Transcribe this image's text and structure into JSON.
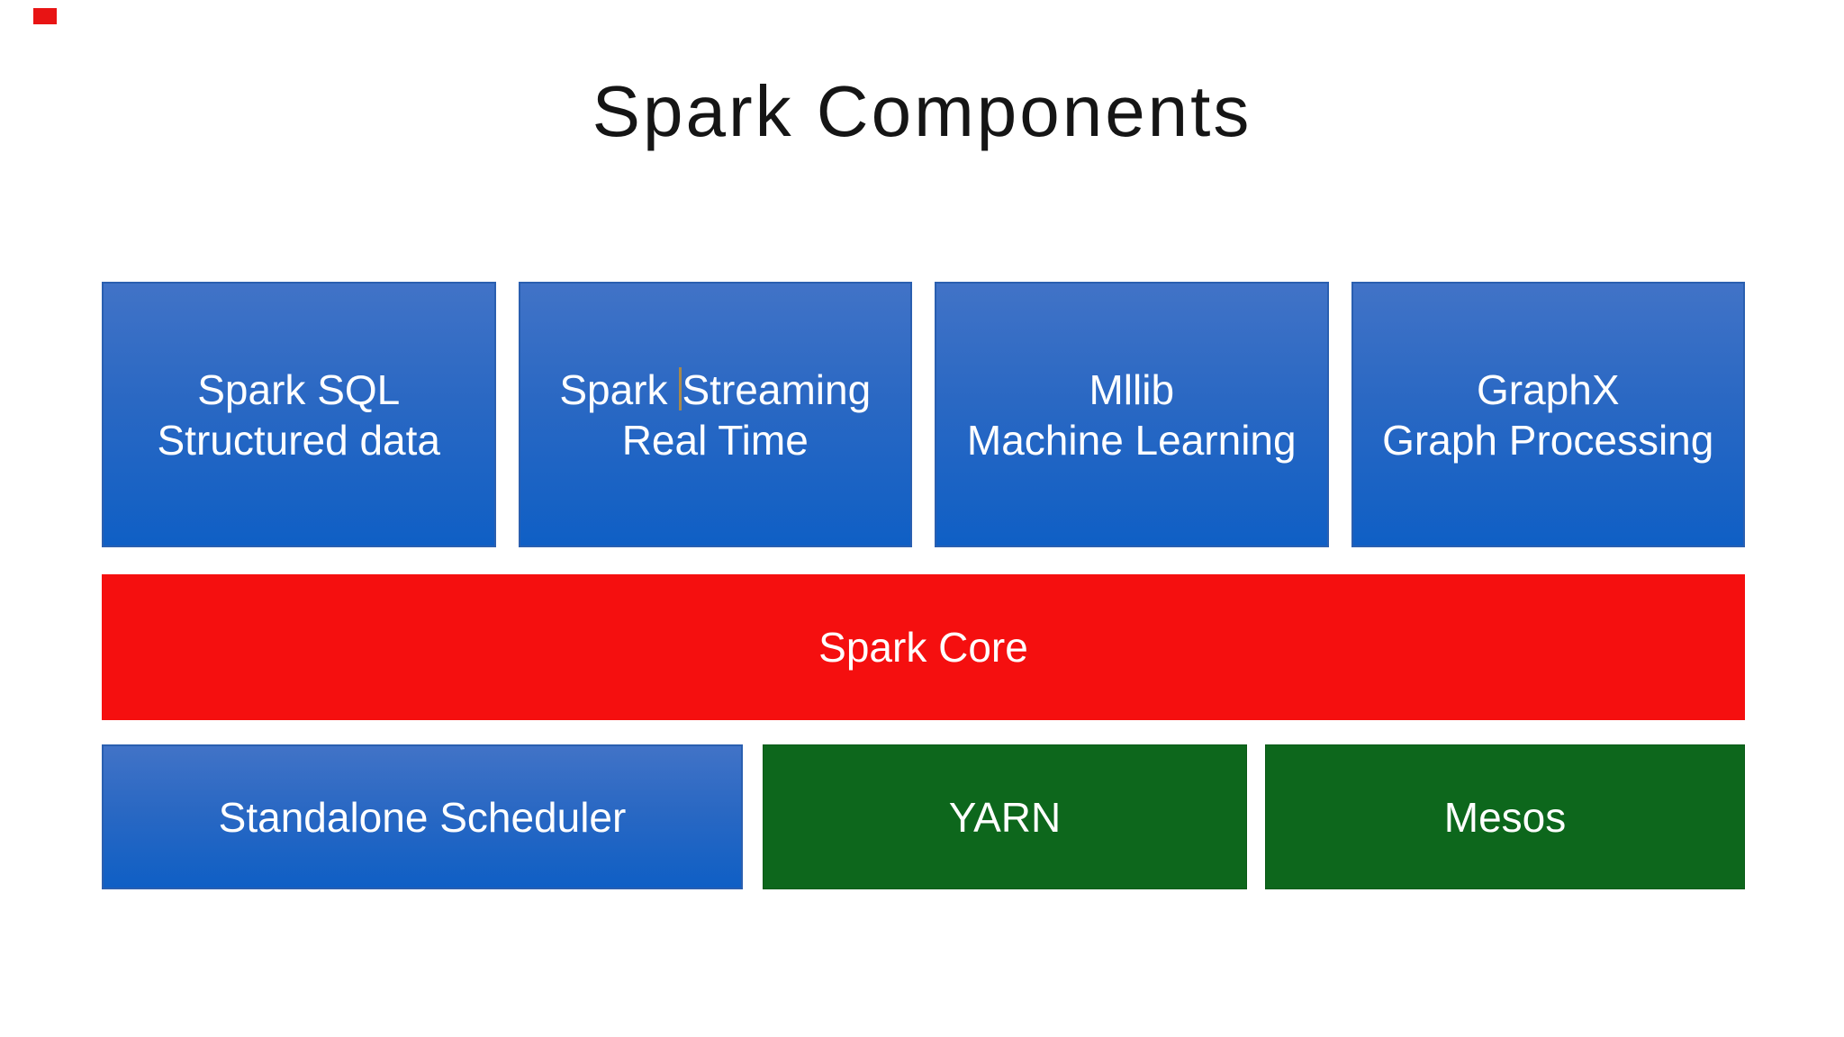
{
  "page": {
    "background_color": "#ffffff"
  },
  "recording_indicator": {
    "color": "#e81414"
  },
  "title": {
    "text": "Spark Components",
    "color": "#151515"
  },
  "diagram": {
    "top_row": [
      {
        "id": "spark-sql",
        "line1": "Spark SQL",
        "line2": "Structured data"
      },
      {
        "id": "spark-streaming",
        "line1_before_cursor": "Spark",
        "line1_after_cursor": "Streaming",
        "has_text_cursor": true,
        "line2": "Real Time"
      },
      {
        "id": "mllib",
        "line1": "Mllib",
        "line2": "Machine Learning"
      },
      {
        "id": "graphx",
        "line1": "GraphX",
        "line2": "Graph Processing"
      }
    ],
    "core": {
      "label": "Spark Core"
    },
    "bottom_row": [
      {
        "id": "standalone-scheduler",
        "label": "Standalone Scheduler",
        "color_type": "blue"
      },
      {
        "id": "yarn",
        "label": "YARN",
        "color_type": "green"
      },
      {
        "id": "mesos",
        "label": "Mesos",
        "color_type": "green"
      }
    ],
    "colors": {
      "blue_gradient_top": "#4173c7",
      "blue_gradient_bottom": "#0f5fc5",
      "blue_border": "#2a5fb0",
      "red": "#f50f0f",
      "green": "#0d671c",
      "text": "#ffffff",
      "text_cursor": "#a8884a"
    }
  }
}
